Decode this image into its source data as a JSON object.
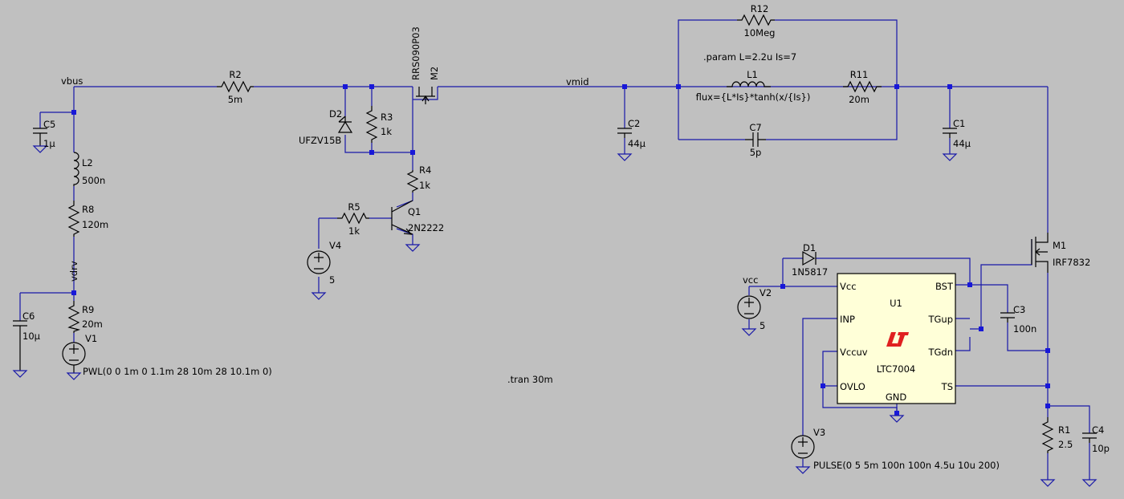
{
  "nets": {
    "vbus": "vbus",
    "vmid": "vmid",
    "vdrv": "vdrv",
    "vcc": "vcc"
  },
  "components": {
    "R2": {
      "ref": "R2",
      "value": "5m"
    },
    "R3": {
      "ref": "R3",
      "value": "1k"
    },
    "R4": {
      "ref": "R4",
      "value": "1k"
    },
    "R5": {
      "ref": "R5",
      "value": "1k"
    },
    "R8": {
      "ref": "R8",
      "value": "120m"
    },
    "R9": {
      "ref": "R9",
      "value": "20m"
    },
    "R11": {
      "ref": "R11",
      "value": "20m"
    },
    "R12": {
      "ref": "R12",
      "value": "10Meg"
    },
    "R1": {
      "ref": "R1",
      "value": "2.5"
    },
    "C5": {
      "ref": "C5",
      "value": "1µ"
    },
    "C6": {
      "ref": "C6",
      "value": "10µ"
    },
    "C2": {
      "ref": "C2",
      "value": "44µ"
    },
    "C1": {
      "ref": "C1",
      "value": "44µ"
    },
    "C7": {
      "ref": "C7",
      "value": "5p"
    },
    "C3": {
      "ref": "C3",
      "value": "100n"
    },
    "C4": {
      "ref": "C4",
      "value": "10p"
    },
    "L2": {
      "ref": "L2",
      "value": "500n"
    },
    "L1": {
      "ref": "L1",
      "value": "flux={L*Is}*tanh(x/{Is})"
    },
    "D2": {
      "ref": "D2",
      "value": "UFZV15B"
    },
    "D1": {
      "ref": "D1",
      "value": "1N5817"
    },
    "M2": {
      "ref": "M2",
      "value": "RRS090P03"
    },
    "M1": {
      "ref": "M1",
      "value": "IRF7832"
    },
    "Q1": {
      "ref": "Q1",
      "value": "2N2222"
    },
    "V1": {
      "ref": "V1",
      "value": "PWL(0 0 1m 0 1.1m 28 10m 28 10.1m 0)"
    },
    "V2": {
      "ref": "V2",
      "value": "5"
    },
    "V3": {
      "ref": "V3",
      "value": "PULSE(0 5 5m 100n 100n 4.5u 10u 200)"
    },
    "V4": {
      "ref": "V4",
      "value": "5"
    }
  },
  "ic": {
    "ref": "U1",
    "part": "LTC7004",
    "logo_color": "#e02020",
    "pins": {
      "vcc": "Vcc",
      "inp": "INP",
      "vccuv": "Vccuv",
      "ovlo": "OVLO",
      "bst": "BST",
      "tgup": "TGup",
      "tgdn": "TGdn",
      "ts": "TS",
      "gnd": "GND"
    }
  },
  "directives": {
    "param": ".param L=2.2u Is=7",
    "tran": ".tran 30m"
  },
  "colors": {
    "wire": "#1818a8",
    "junction": "#1818d8",
    "background": "#c0c0c0",
    "ic_fill": "#ffffd8"
  }
}
